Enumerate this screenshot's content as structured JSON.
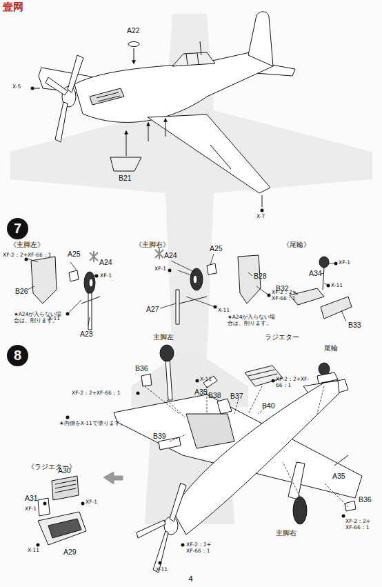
{
  "diagram": {
    "nodes": [
      {
        "text": [
          "7"
        ]
      },
      {
        "text": [
          "8"
        ]
      }
    ],
    "labels": [
      "壹网",
      "A22",
      "X-5",
      "B21",
      "X-7",
      "《主脚左》",
      "XF-2：2+XF-66：1",
      "A25",
      "A24",
      "XF-1",
      "B26",
      "★A24が入らない場合は、削ります。",
      "X-11",
      "A23",
      "《主脚右》",
      "A24",
      "A25",
      "XF-1",
      "B28",
      "XF-2：2+ XF-66：1",
      "A27",
      "X-11",
      "★A24が入らない場合は、削ります。",
      "《尾輪》",
      "XF-1",
      "A34",
      "X-11",
      "B32",
      "B33",
      "主脚左",
      "B36",
      "X-11",
      "A35",
      "ラジエター",
      "XF-2：2+XF-66：1",
      "B38",
      "B37",
      "B40",
      "尾輪",
      "XF-2：2+XF-66：1",
      "★内側をX-11で塗ります。",
      "B39",
      "《ラジエター》",
      "A30",
      "A31",
      "XF-1",
      "XF-1",
      "X-11",
      "A29",
      "A35",
      "B36",
      "XF-2：2+ XF-66：1",
      "主脚右",
      "XF-2：2+ XF-66：1",
      "X-11",
      "4"
    ]
  }
}
